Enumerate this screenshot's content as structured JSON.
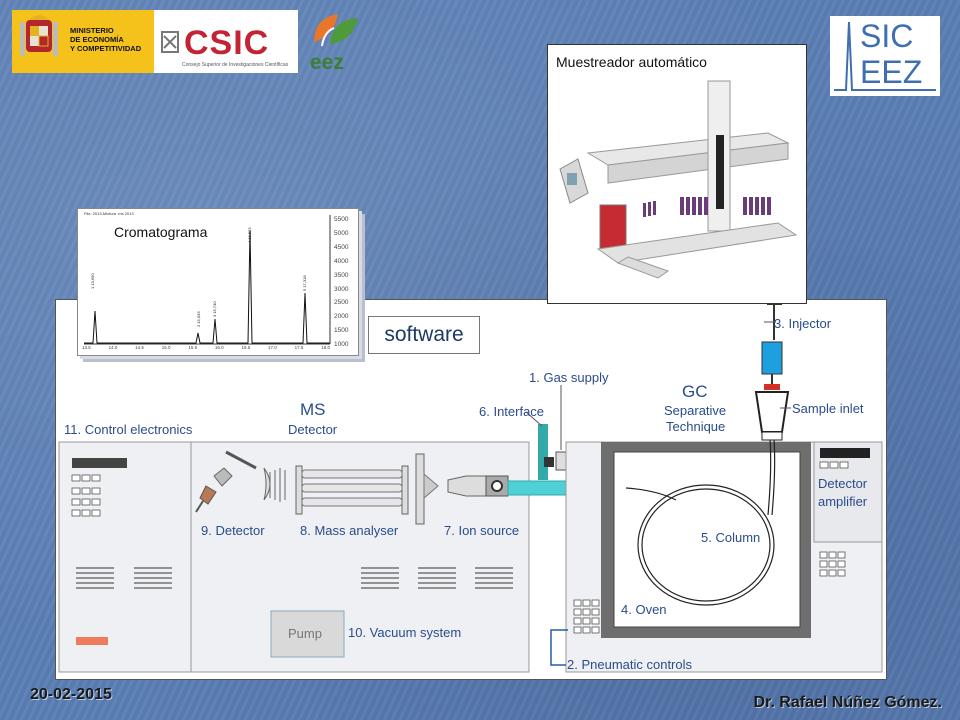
{
  "logos": {
    "ministry_lines": [
      "MINISTERIO",
      "DE ECONOMÍA",
      "Y COMPETITIVIDAD"
    ],
    "csic": "CSIC",
    "csic_sub": "Consejo Superior de Investigaciones Científicas",
    "eez": "eez",
    "sic_top": "SIC",
    "sic_bottom": "EEZ"
  },
  "labels": {
    "muestreador": "Muestreador automático",
    "cromatograma": "Cromatograma",
    "software": "software",
    "gc": "GC",
    "gc_sub1": "Separative",
    "gc_sub2": "Technique",
    "ms": "MS",
    "ms_sub": "Detector",
    "injector": "3. Injector",
    "gas_supply": "1. Gas supply",
    "interface": "6. Interface",
    "sample_inlet": "Sample inlet",
    "control_electronics": "11. Control electronics",
    "detector": "9. Detector",
    "mass_analyser": "8. Mass analyser",
    "ion_source": "7. Ion source",
    "column": "5. Column",
    "oven": "4. Oven",
    "pump": "Pump",
    "vacuum_system": "10. Vacuum system",
    "pneumatic_controls": "2. Pneumatic controls",
    "detector_amplifier_1": "Detector",
    "detector_amplifier_2": "amplifier"
  },
  "chromatogram": {
    "header": "File: 2013-Mixtura .ms 2013",
    "y_ticks": [
      "5500",
      "5000",
      "4500",
      "4000",
      "3500",
      "3000",
      "2500",
      "2000",
      "1500",
      "1000"
    ],
    "x_ticks": [
      "13.5",
      "14.0",
      "14.5",
      "15.0",
      "15.5",
      "16.0",
      "16.5",
      "17.0",
      "17.5",
      "18.0"
    ],
    "peak_labels": [
      "1 13,650",
      "2 15,633",
      "3 15,740",
      "4 16,533",
      "5 17,318"
    ]
  },
  "footer": {
    "date": "20-02-2015",
    "author": "Dr. Rafael Núñez Gómez."
  }
}
